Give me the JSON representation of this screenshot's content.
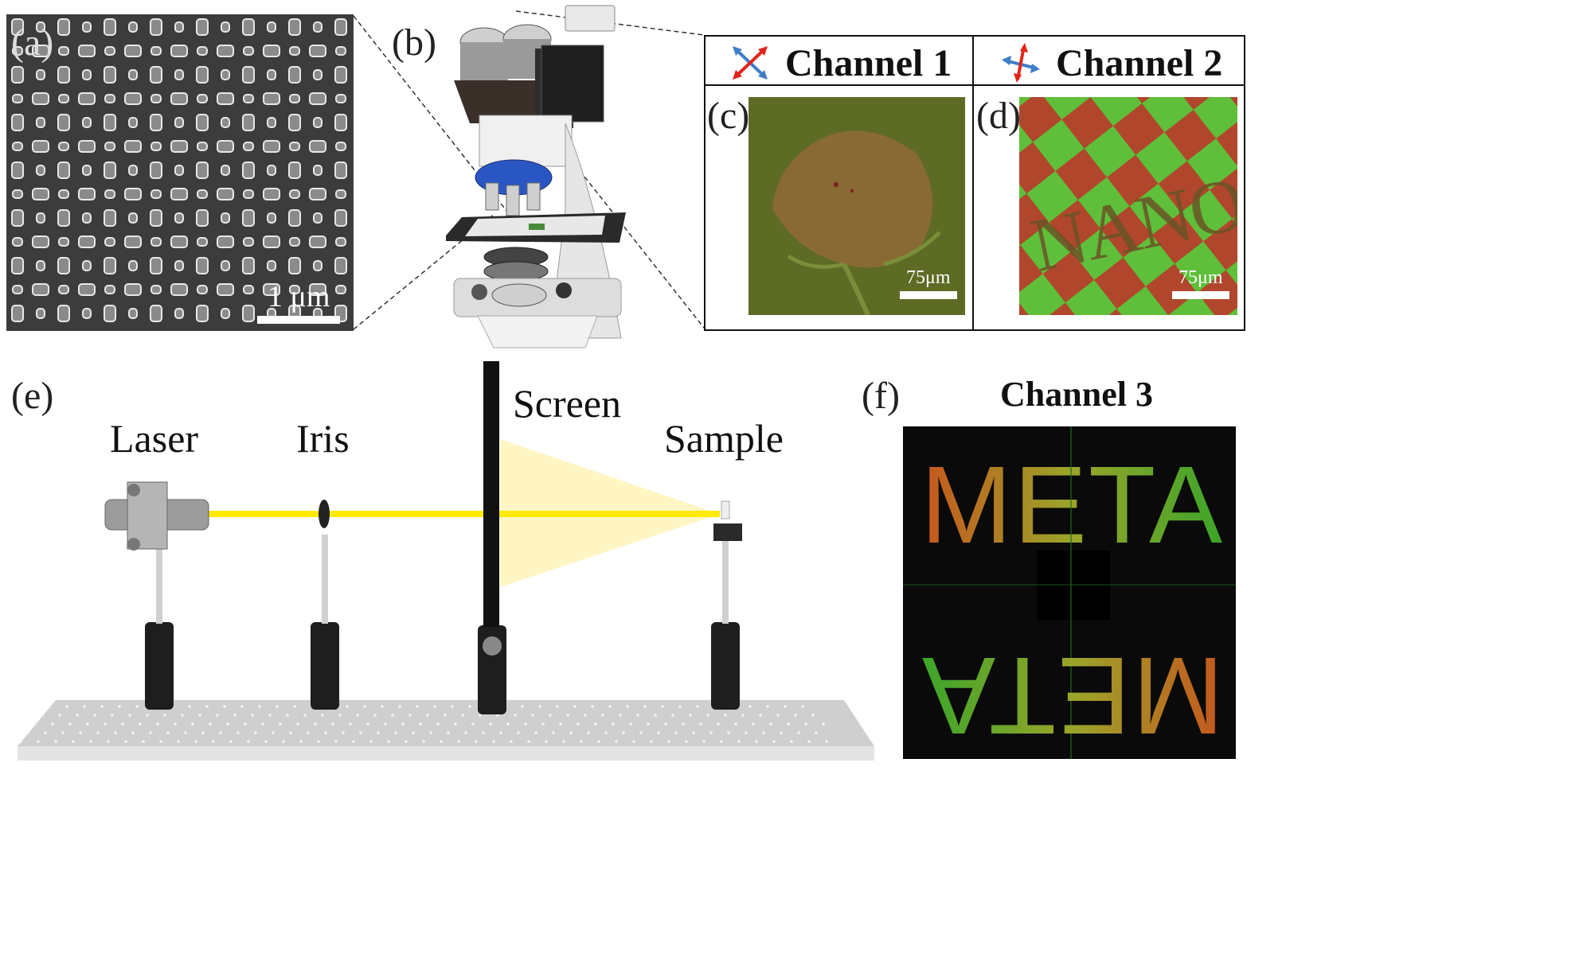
{
  "panels": {
    "a": {
      "label": "(a)",
      "scalebar": "1 μm"
    },
    "b": {
      "label": "(b)"
    },
    "c": {
      "label": "(c)",
      "scalebar": "75μm"
    },
    "d": {
      "label": "(d)",
      "scalebar": "75μm",
      "image_text": "NANO"
    },
    "e": {
      "label": "(e)",
      "components": [
        "Laser",
        "Iris",
        "Screen",
        "Sample"
      ]
    },
    "f": {
      "label": "(f)",
      "title": "Channel 3",
      "image_text_top": "META",
      "image_text_bottom": "META"
    }
  },
  "channels": [
    "Channel 1",
    "Channel 2"
  ],
  "colors": {
    "pol_red": "#e0251b",
    "pol_blue": "#3f7ec8",
    "beam": "#ffea00",
    "green": "#5fbf3a",
    "red": "#b0472c",
    "black": "#0b0b0b"
  }
}
